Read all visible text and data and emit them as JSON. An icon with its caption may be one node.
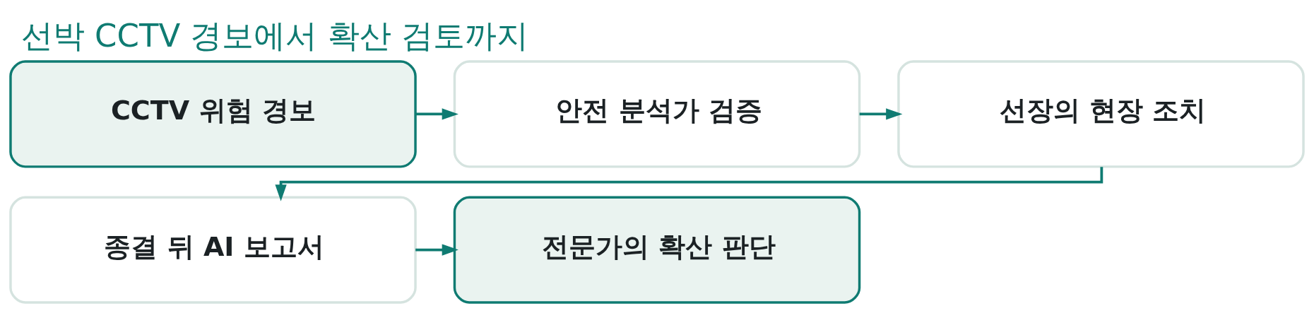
{
  "diagram": {
    "title": "선박 CCTV 경보에서 확산 검토까지",
    "nodes": [
      {
        "text": [
          "CCTV 위험 경보"
        ]
      },
      {
        "text": [
          "안전 분석가 검증"
        ]
      },
      {
        "text": [
          "선장의 현장 조치"
        ]
      },
      {
        "text": [
          "종결 뒤 AI 보고서"
        ]
      },
      {
        "text": [
          "전문가의 확산 판단"
        ]
      }
    ],
    "edges": [
      {
        "from": 0,
        "to": 1,
        "arrow": "to"
      },
      {
        "from": 1,
        "to": 2,
        "arrow": "to"
      },
      {
        "from": 2,
        "to": 3,
        "arrow": "to"
      },
      {
        "from": 3,
        "to": 4,
        "arrow": "to"
      }
    ]
  }
}
